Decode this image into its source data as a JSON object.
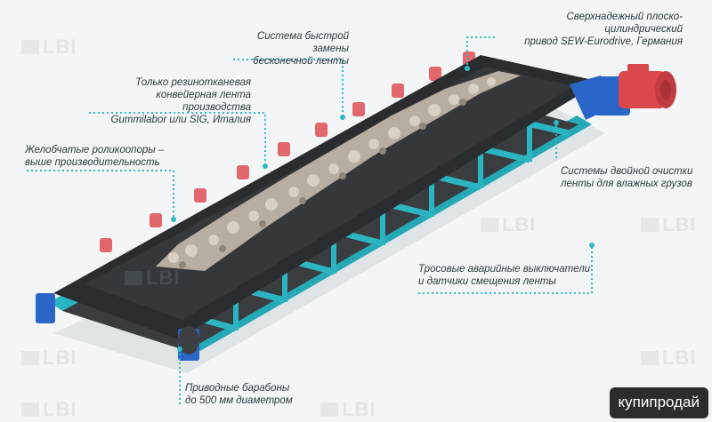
{
  "callouts": {
    "drive": "Сверхнадежный плоско-цилиндрический\nпривод SEW-Eurodrive, Германия",
    "quick_replace": "Система быстрой замены\nбесконечной ленты",
    "belt": "Только резинотканевая\nконвейерная лента производства\nGummilabor или SIG, Италия",
    "rollers": "Желобчатые роликоопоры –\nвыше производительность",
    "cleaning": "Системы двойной очистки\nленты для влажных грузов",
    "safety": "Тросовые аварийные выключатели\nи датчики смещения ленты",
    "pulleys": "Приводные барабоны\nдо 500 мм диаметром"
  },
  "watermark": "LBI",
  "badge": "купипродай",
  "colors": {
    "frame": "#2bb5c3",
    "belt": "#2a2d2f",
    "rollers": "#e2676d",
    "motor": "#d9484a",
    "end_caps": "#2a66c8",
    "leader": "#2fb8c6",
    "background": "#f3f5f6"
  }
}
